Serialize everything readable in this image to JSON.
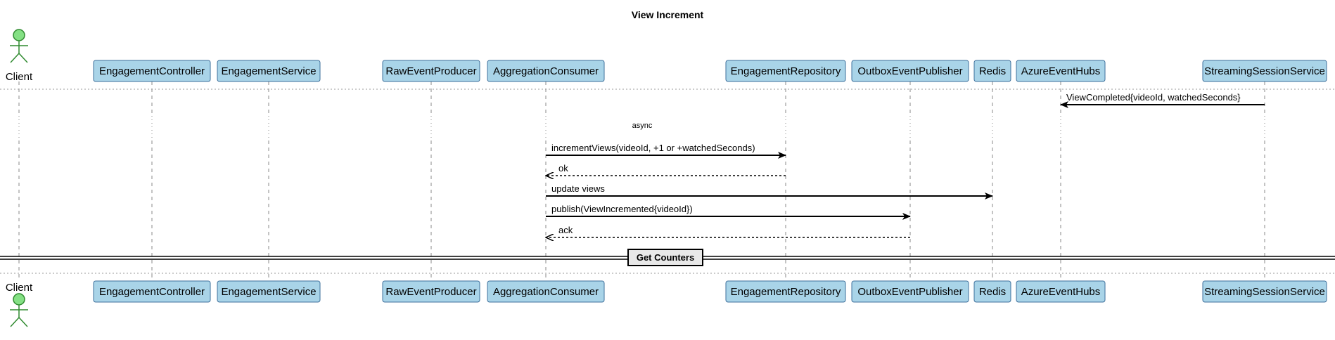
{
  "diagram": {
    "title": "View Increment",
    "participants": [
      {
        "id": "client",
        "label": "Client",
        "kind": "actor"
      },
      {
        "id": "ec",
        "label": "EngagementController",
        "kind": "box"
      },
      {
        "id": "es",
        "label": "EngagementService",
        "kind": "box"
      },
      {
        "id": "rep",
        "label": "RawEventProducer",
        "kind": "box"
      },
      {
        "id": "ac",
        "label": "AggregationConsumer",
        "kind": "box"
      },
      {
        "id": "er",
        "label": "EngagementRepository",
        "kind": "box"
      },
      {
        "id": "oep",
        "label": "OutboxEventPublisher",
        "kind": "box"
      },
      {
        "id": "redis",
        "label": "Redis",
        "kind": "box"
      },
      {
        "id": "aeh",
        "label": "AzureEventHubs",
        "kind": "box"
      },
      {
        "id": "sss",
        "label": "StreamingSessionService",
        "kind": "box"
      }
    ],
    "messages": [
      {
        "from": "sss",
        "to": "aeh",
        "label": "ViewCompleted{videoId, watchedSeconds}",
        "style": "solid"
      },
      {
        "from": "ac",
        "to": "er",
        "label": "incrementViews(videoId, +1 or +watchedSeconds)",
        "style": "solid"
      },
      {
        "from": "er",
        "to": "ac",
        "label": "ok",
        "style": "dashed"
      },
      {
        "from": "ac",
        "to": "redis",
        "label": "update views",
        "style": "solid"
      },
      {
        "from": "ac",
        "to": "oep",
        "label": "publish(ViewIncremented{videoId})",
        "style": "solid"
      },
      {
        "from": "oep",
        "to": "ac",
        "label": "ack",
        "style": "dashed"
      }
    ],
    "delay_label": "async",
    "divider_label": "Get Counters",
    "colors": {
      "participant_fill": "#a9d4e8",
      "participant_border": "#3d6f9b",
      "actor_fill": "#84e084",
      "actor_border": "#2f8a2f",
      "line": "#000000",
      "lifeline": "#888888"
    }
  }
}
